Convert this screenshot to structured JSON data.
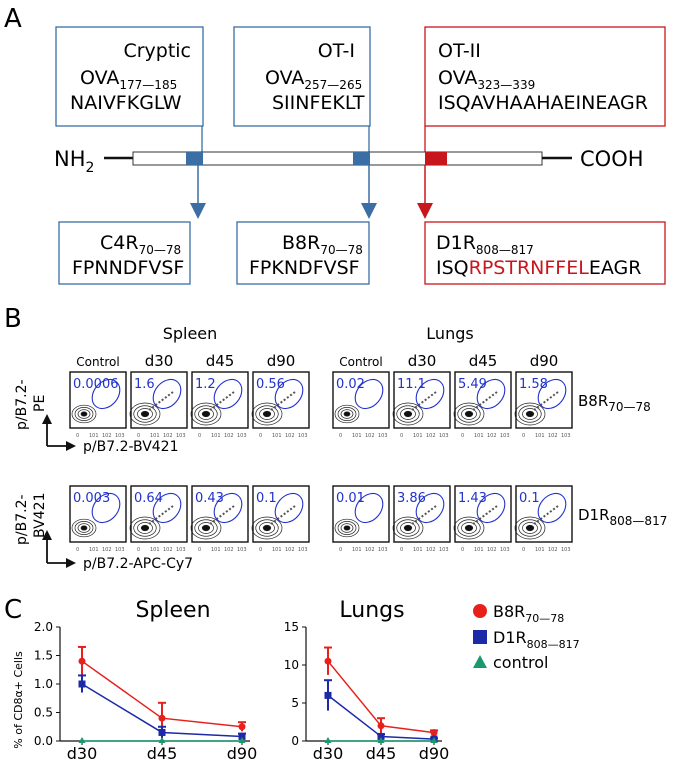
{
  "panel_a": {
    "letter": "A",
    "top_boxes": [
      {
        "title": "Cryptic",
        "ova": "OVA",
        "ova_sub": "177—185",
        "seq": "NAIVFKGLW"
      },
      {
        "title": "OT-I",
        "ova": "OVA",
        "ova_sub": "257—265",
        "seq": "SIINFEKLT"
      },
      {
        "title": "OT-II",
        "ova": "OVA",
        "ova_sub": "323—339",
        "seq": "ISQAVHAAHAEINEAGR"
      }
    ],
    "nh2": "NH",
    "nh2_sub": "2",
    "cooh": "COOH",
    "bottom_boxes": [
      {
        "name": "C4R",
        "sub": "70—78",
        "seq": "FPNNDFVSF"
      },
      {
        "name": "B8R",
        "sub": "70—78",
        "seq": "FPKNDFVSF"
      },
      {
        "name": "D1R",
        "sub": "808—817",
        "seq_start": "ISQ",
        "seq_highlight": "RPSTRNFFEL",
        "seq_end": "EAGR"
      }
    ],
    "colors": {
      "blue": "#3a6ea5",
      "red": "#c8161d"
    }
  },
  "panel_b": {
    "letter": "B",
    "spleen_label": "Spleen",
    "lungs_label": "Lungs",
    "columns": [
      "Control",
      "d30",
      "d45",
      "d90",
      "Control",
      "d30",
      "d45",
      "d90"
    ],
    "row1": {
      "yaxis_top": "p/B7.2-",
      "yaxis_bottom": "PE",
      "xaxis": "p/B7.2-BV421",
      "tetramer": "B8R",
      "tetramer_sub": "70—78",
      "values": [
        "0.0006",
        "1.6",
        "1.2",
        "0.56",
        "0.02",
        "11.1",
        "5.49",
        "1.58"
      ]
    },
    "row2": {
      "yaxis_top": "p/B7.2-",
      "yaxis_bottom": "BV421",
      "xaxis": "p/B7.2-APC-Cy7",
      "tetramer": "D1R",
      "tetramer_sub": "808—817",
      "values": [
        "0.003",
        "0.64",
        "0.43",
        "0.1",
        "0.01",
        "3.86",
        "1.43",
        "0.1"
      ]
    },
    "gate_color": "#2233cc"
  },
  "panel_c": {
    "letter": "C",
    "legend": [
      {
        "name": "B8R",
        "sub": "70—78",
        "color": "#e8201c",
        "marker": "circle"
      },
      {
        "name": "D1R",
        "sub": "808—817",
        "color": "#1c2aa8",
        "marker": "square"
      },
      {
        "name": "control",
        "sub": "",
        "color": "#1a9a6c",
        "marker": "triangle"
      }
    ],
    "ylabel": "% of CD8α+ Cells"
  },
  "chart_data": [
    {
      "type": "line",
      "title": "Spleen",
      "x": [
        "d30",
        "d45",
        "d90"
      ],
      "ylabel": "% of CD8α+ Cells",
      "ylim": [
        0,
        2.0
      ],
      "yticks": [
        "0.0",
        "0.5",
        "1.0",
        "1.5",
        "2.0"
      ],
      "series": [
        {
          "name": "B8R70—78",
          "values": [
            1.4,
            0.4,
            0.25
          ],
          "errors": [
            0.25,
            0.27,
            0.08
          ]
        },
        {
          "name": "D1R808—817",
          "values": [
            1.0,
            0.15,
            0.08
          ],
          "errors": [
            0.15,
            0.1,
            0.05
          ]
        },
        {
          "name": "control",
          "values": [
            0.0,
            0.0,
            0.0
          ],
          "errors": [
            0,
            0,
            0
          ]
        }
      ]
    },
    {
      "type": "line",
      "title": "Lungs",
      "x": [
        "d30",
        "d45",
        "d90"
      ],
      "ylim": [
        0,
        15
      ],
      "yticks": [
        "0",
        "5",
        "10",
        "15"
      ],
      "series": [
        {
          "name": "B8R70—78",
          "values": [
            10.5,
            2.0,
            1.1
          ],
          "errors": [
            1.8,
            1.0,
            0.3
          ]
        },
        {
          "name": "D1R808—817",
          "values": [
            6.0,
            0.6,
            0.25
          ],
          "errors": [
            2.0,
            0.3,
            0.1
          ]
        },
        {
          "name": "control",
          "values": [
            0.0,
            0.0,
            0.0
          ],
          "errors": [
            0,
            0,
            0
          ]
        }
      ]
    }
  ]
}
